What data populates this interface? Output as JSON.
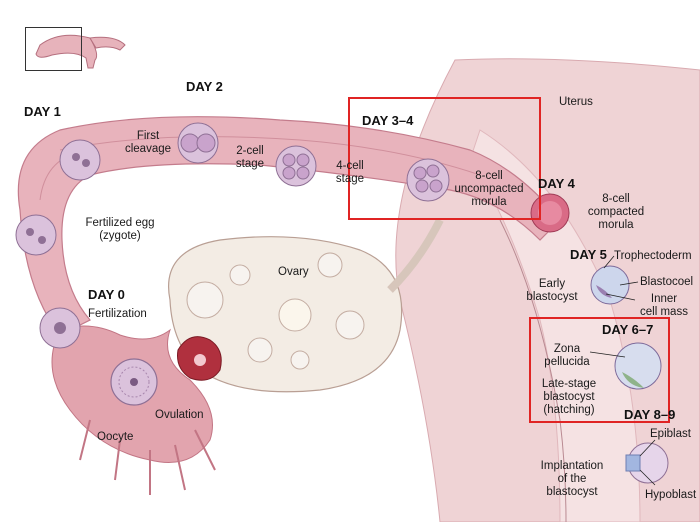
{
  "colors": {
    "highlight": "#e02424",
    "tube": "#e3a9b3",
    "tube_dark": "#c47c8c",
    "uterus": "#ecc9cc",
    "cell": "#d9b8d8"
  },
  "labels": {
    "uterus": "Uterus",
    "day1": "DAY 1",
    "day2": "DAY 2",
    "day34": "DAY 3–4",
    "day4": "DAY 4",
    "day5": "DAY 5",
    "day67": "DAY 6–7",
    "day89": "DAY 8–9",
    "day0": "DAY 0",
    "first_cleavage_1": "First",
    "first_cleavage_2": "cleavage",
    "two_cell_1": "2-cell",
    "two_cell_2": "stage",
    "four_cell_1": "4-cell",
    "four_cell_2": "stage",
    "eight_uncomp_1": "8-cell",
    "eight_uncomp_2": "uncompacted",
    "eight_uncomp_3": "morula",
    "eight_comp_1": "8-cell",
    "eight_comp_2": "compacted",
    "eight_comp_3": "morula",
    "fertilized_egg": "Fertilized egg",
    "zygote": "(zygote)",
    "ovary": "Ovary",
    "fertilization": "Fertilization",
    "trophectoderm": "Trophectoderm",
    "blastocoel": "Blastocoel",
    "inner_1": "Inner",
    "inner_2": "cell mass",
    "early_1": "Early",
    "early_2": "blastocyst",
    "zona_1": "Zona",
    "zona_2": "pellucida",
    "late_1": "Late-stage",
    "late_2": "blastocyst",
    "late_3": "(hatching)",
    "ovulation": "Ovulation",
    "oocyte": "Oocyte",
    "epiblast": "Epiblast",
    "hypoblast": "Hypoblast",
    "implant_1": "Implantation",
    "implant_2": "of the",
    "implant_3": "blastocyst"
  }
}
